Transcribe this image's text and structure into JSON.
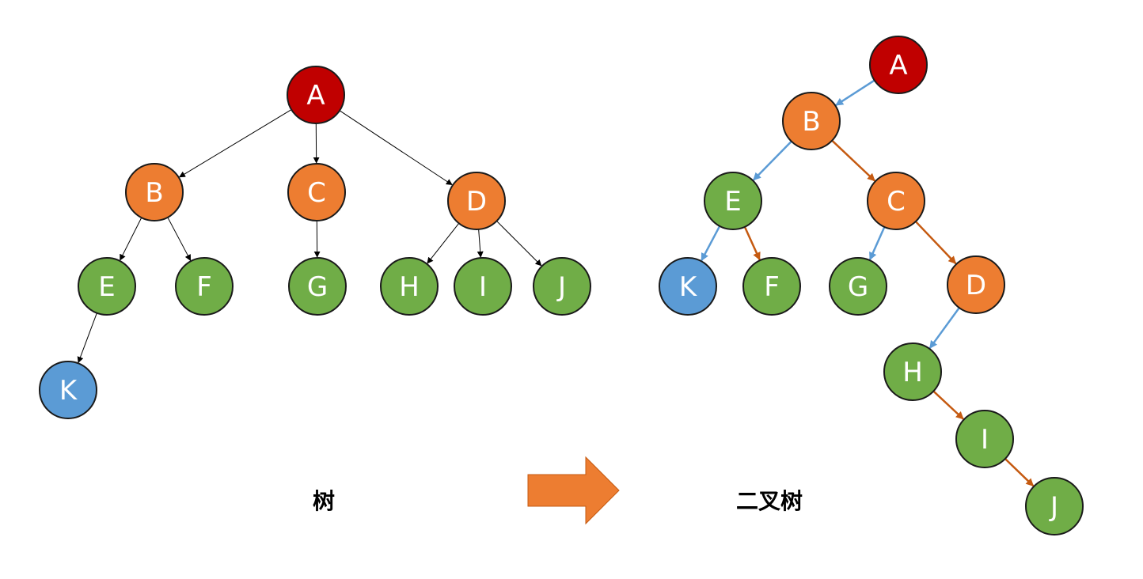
{
  "colors": {
    "root": "#C00000",
    "internal": "#ED7D31",
    "leaf": "#70AD47",
    "deep_leaf": "#5B9BD5",
    "node_stroke": "#1a1a1a",
    "tree_edge": "#000000",
    "left_child_edge": "#5B9BD5",
    "right_sibling_edge": "#C55A11",
    "transform_arrow": "#ED7D31"
  },
  "tree": {
    "caption": "树",
    "nodes": [
      {
        "id": "A",
        "label": "A",
        "color": "root"
      },
      {
        "id": "B",
        "label": "B",
        "color": "internal"
      },
      {
        "id": "C",
        "label": "C",
        "color": "internal"
      },
      {
        "id": "D",
        "label": "D",
        "color": "internal"
      },
      {
        "id": "E",
        "label": "E",
        "color": "leaf"
      },
      {
        "id": "F",
        "label": "F",
        "color": "leaf"
      },
      {
        "id": "G",
        "label": "G",
        "color": "leaf"
      },
      {
        "id": "H",
        "label": "H",
        "color": "leaf"
      },
      {
        "id": "I",
        "label": "I",
        "color": "leaf"
      },
      {
        "id": "J",
        "label": "J",
        "color": "leaf"
      },
      {
        "id": "K",
        "label": "K",
        "color": "deep_leaf"
      }
    ],
    "edges": [
      {
        "from": "A",
        "to": "B"
      },
      {
        "from": "A",
        "to": "C"
      },
      {
        "from": "A",
        "to": "D"
      },
      {
        "from": "B",
        "to": "E"
      },
      {
        "from": "B",
        "to": "F"
      },
      {
        "from": "C",
        "to": "G"
      },
      {
        "from": "D",
        "to": "H"
      },
      {
        "from": "D",
        "to": "I"
      },
      {
        "from": "D",
        "to": "J"
      },
      {
        "from": "E",
        "to": "K"
      }
    ]
  },
  "binary_tree": {
    "caption": "二叉树",
    "nodes": [
      {
        "id": "A",
        "label": "A",
        "color": "root"
      },
      {
        "id": "B",
        "label": "B",
        "color": "internal"
      },
      {
        "id": "E",
        "label": "E",
        "color": "leaf"
      },
      {
        "id": "C",
        "label": "C",
        "color": "internal"
      },
      {
        "id": "K",
        "label": "K",
        "color": "deep_leaf"
      },
      {
        "id": "F",
        "label": "F",
        "color": "leaf"
      },
      {
        "id": "G",
        "label": "G",
        "color": "leaf"
      },
      {
        "id": "D",
        "label": "D",
        "color": "internal"
      },
      {
        "id": "H",
        "label": "H",
        "color": "leaf"
      },
      {
        "id": "I",
        "label": "I",
        "color": "leaf"
      },
      {
        "id": "J",
        "label": "J",
        "color": "leaf"
      }
    ],
    "edges": [
      {
        "from": "A",
        "to": "B",
        "kind": "left"
      },
      {
        "from": "B",
        "to": "E",
        "kind": "left"
      },
      {
        "from": "B",
        "to": "C",
        "kind": "right"
      },
      {
        "from": "E",
        "to": "K",
        "kind": "left"
      },
      {
        "from": "E",
        "to": "F",
        "kind": "right"
      },
      {
        "from": "C",
        "to": "G",
        "kind": "left"
      },
      {
        "from": "C",
        "to": "D",
        "kind": "right"
      },
      {
        "from": "D",
        "to": "H",
        "kind": "left"
      },
      {
        "from": "H",
        "to": "I",
        "kind": "right"
      },
      {
        "from": "I",
        "to": "J",
        "kind": "right"
      }
    ]
  }
}
